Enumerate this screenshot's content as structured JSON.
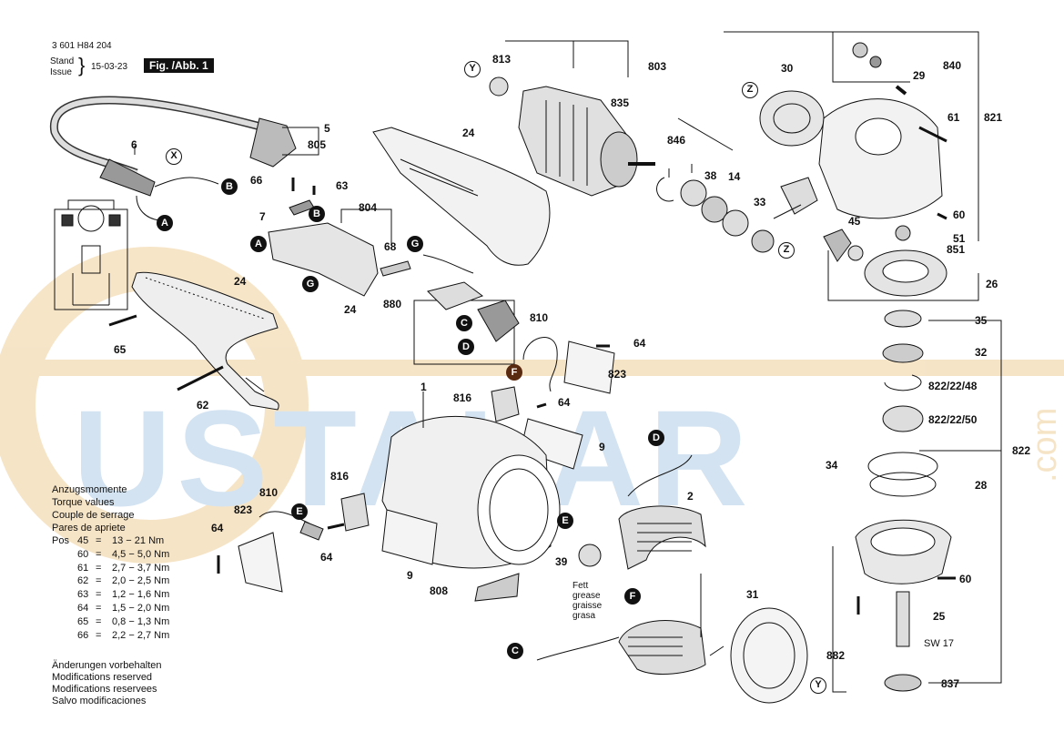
{
  "header": {
    "part_number": "3 601 H84 204",
    "stand_label": "Stand",
    "issue_label": "Issue",
    "date": "15-03-23",
    "figure": "Fig. /Abb. 1"
  },
  "watermark": {
    "text": "USTALAR",
    "suffix": ".com",
    "colors": {
      "main": "#cfe0f0",
      "orange": "#f6e2c2"
    }
  },
  "torque": {
    "title_de": "Anzugsmomente",
    "title_en": "Torque values",
    "title_fr": "Couple de serrage",
    "title_es": "Pares de apriete",
    "pos_label": "Pos",
    "rows": [
      {
        "pos": "45",
        "eq": "=",
        "val": "13 − 21 Nm"
      },
      {
        "pos": "60",
        "eq": "=",
        "val": "4,5 − 5,0 Nm"
      },
      {
        "pos": "61",
        "eq": "=",
        "val": "2,7 − 3,7 Nm"
      },
      {
        "pos": "62",
        "eq": "=",
        "val": "2,0 − 2,5 Nm"
      },
      {
        "pos": "63",
        "eq": "=",
        "val": "1,2 − 1,6 Nm"
      },
      {
        "pos": "64",
        "eq": "=",
        "val": "1,5 − 2,0 Nm"
      },
      {
        "pos": "65",
        "eq": "=",
        "val": "0,8 − 1,3 Nm"
      },
      {
        "pos": "66",
        "eq": "=",
        "val": "2,2 − 2,7 Nm"
      }
    ]
  },
  "notes": {
    "de": "Änderungen vorbehalten",
    "en": "Modifications reserved",
    "fr": "Modifications reservees",
    "es": "Salvo modificaciones"
  },
  "grease": {
    "de": "Fett",
    "en": "grease",
    "fr": "graisse",
    "es": "grasa"
  },
  "sw": "SW 17",
  "parts": {
    "p1": "1",
    "p2": "2",
    "p5": "5",
    "p6": "6",
    "p7": "7",
    "p9a": "9",
    "p9b": "9",
    "p14": "14",
    "p24a": "24",
    "p24b": "24",
    "p24c": "24",
    "p25": "25",
    "p26": "26",
    "p28": "28",
    "p29": "29",
    "p30": "30",
    "p31": "31",
    "p32": "32",
    "p33": "33",
    "p34": "34",
    "p35": "35",
    "p38": "38",
    "p39": "39",
    "p45": "45",
    "p51": "51",
    "p60a": "60",
    "p60b": "60",
    "p61": "61",
    "p62": "62",
    "p63": "63",
    "p64a": "64",
    "p64b": "64",
    "p64c": "64",
    "p64d": "64",
    "p65": "65",
    "p66": "66",
    "p68": "68",
    "p803": "803",
    "p804": "804",
    "p805": "805",
    "p808": "808",
    "p810a": "810",
    "p810b": "810",
    "p813": "813",
    "p816a": "816",
    "p816b": "816",
    "p821": "821",
    "p822": "822",
    "p822_22_48": "822/22/48",
    "p822_22_50": "822/22/50",
    "p823a": "823",
    "p823b": "823",
    "p835": "835",
    "p837": "837",
    "p840": "840",
    "p846": "846",
    "p851": "851",
    "p880": "880",
    "p882": "882"
  },
  "markers": {
    "A1": "A",
    "A2": "A",
    "B1": "B",
    "B2": "B",
    "C1": "C",
    "C2": "C",
    "D1": "D",
    "D2": "D",
    "E1": "E",
    "E2": "E",
    "F1": "F",
    "F2": "F",
    "G1": "G",
    "G2": "G",
    "X": "X",
    "Y1": "Y",
    "Y2": "Y",
    "Z1": "Z",
    "Z2": "Z"
  }
}
